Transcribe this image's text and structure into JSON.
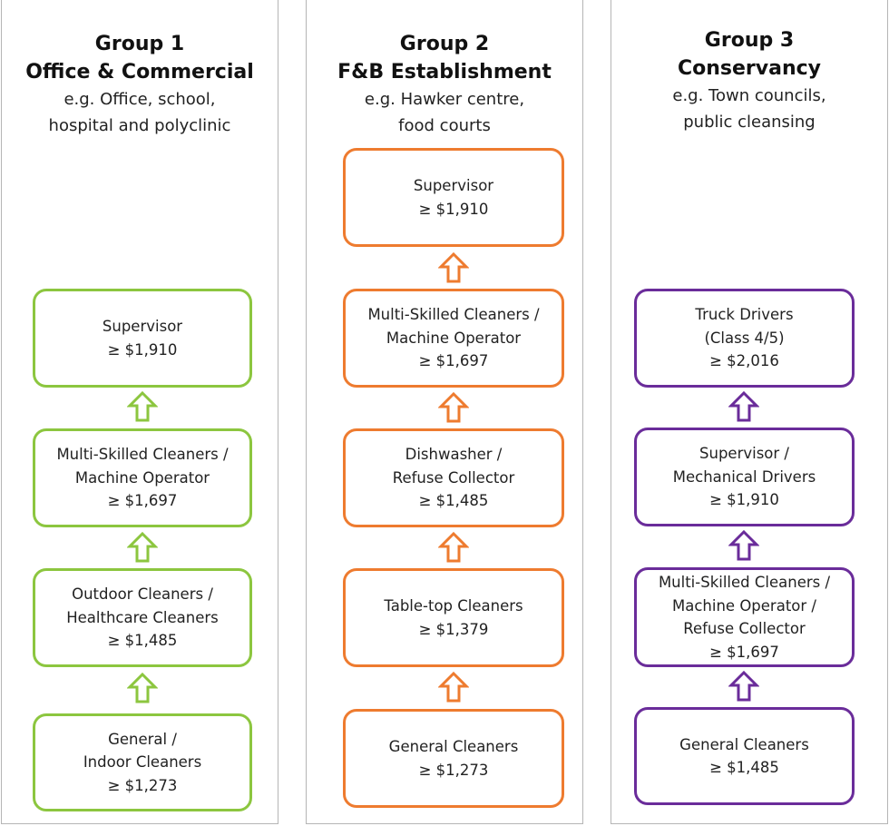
{
  "colors": {
    "group1": "#8cc63f",
    "group2": "#ee7b2f",
    "group3": "#6a2c9a",
    "panel_border": "#b5b5b5"
  },
  "groups": [
    {
      "title_1": "Group 1",
      "title_2": "Office & Commercial",
      "subtitle_1": "e.g. Office, school,",
      "subtitle_2": "hospital and polyclinic",
      "boxes": [
        {
          "lines": [
            "Supervisor",
            "≥ $1,910"
          ]
        },
        {
          "lines": [
            "Multi-Skilled Cleaners /",
            "Machine Operator",
            "≥ $1,697"
          ]
        },
        {
          "lines": [
            "Outdoor Cleaners /",
            "Healthcare Cleaners",
            "≥ $1,485"
          ]
        },
        {
          "lines": [
            "General /",
            "Indoor Cleaners",
            "≥ $1,273"
          ]
        }
      ]
    },
    {
      "title_1": "Group 2",
      "title_2": "F&B Establishment",
      "subtitle_1": "e.g. Hawker centre,",
      "subtitle_2": "food courts",
      "boxes": [
        {
          "lines": [
            "Supervisor",
            "≥ $1,910"
          ]
        },
        {
          "lines": [
            "Multi-Skilled Cleaners /",
            "Machine Operator",
            "≥ $1,697"
          ]
        },
        {
          "lines": [
            "Dishwasher /",
            "Refuse Collector",
            "≥ $1,485"
          ]
        },
        {
          "lines": [
            "Table-top Cleaners",
            "≥ $1,379"
          ]
        },
        {
          "lines": [
            "General Cleaners",
            "≥ $1,273"
          ]
        }
      ]
    },
    {
      "title_1": "Group 3",
      "title_2": "Conservancy",
      "subtitle_1": "e.g. Town councils,",
      "subtitle_2": "public cleansing",
      "boxes": [
        {
          "lines": [
            "Truck Drivers",
            "(Class 4/5)",
            "≥ $2,016"
          ]
        },
        {
          "lines": [
            "Supervisor /",
            "Mechanical Drivers",
            "≥ $1,910"
          ]
        },
        {
          "lines": [
            "Multi-Skilled Cleaners /",
            "Machine Operator /",
            "Refuse Collector",
            "≥ $1,697"
          ]
        },
        {
          "lines": [
            "General Cleaners",
            "≥ $1,485"
          ]
        }
      ]
    }
  ]
}
